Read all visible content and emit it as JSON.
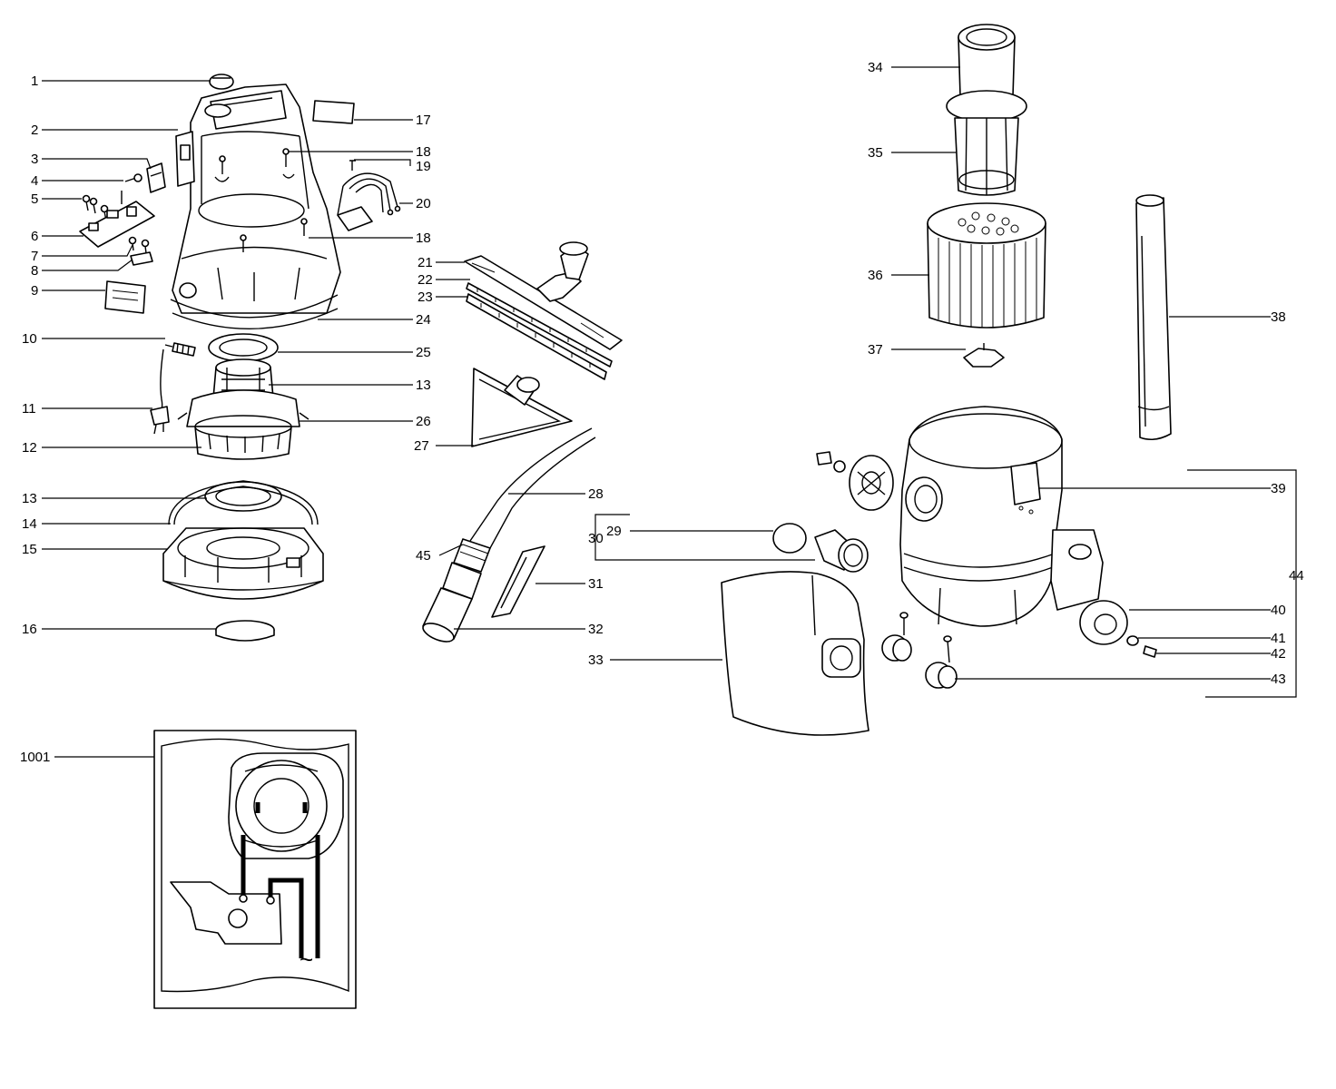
{
  "labels": [
    {
      "id": "1",
      "text": "1"
    },
    {
      "id": "2",
      "text": "2"
    },
    {
      "id": "3",
      "text": "3"
    },
    {
      "id": "4",
      "text": "4"
    },
    {
      "id": "5",
      "text": "5"
    },
    {
      "id": "6",
      "text": "6"
    },
    {
      "id": "7",
      "text": "7"
    },
    {
      "id": "8",
      "text": "8"
    },
    {
      "id": "9",
      "text": "9"
    },
    {
      "id": "10",
      "text": "10"
    },
    {
      "id": "11",
      "text": "11"
    },
    {
      "id": "12",
      "text": "12"
    },
    {
      "id": "13a",
      "text": "13"
    },
    {
      "id": "13b",
      "text": "13"
    },
    {
      "id": "14",
      "text": "14"
    },
    {
      "id": "15",
      "text": "15"
    },
    {
      "id": "16",
      "text": "16"
    },
    {
      "id": "17",
      "text": "17"
    },
    {
      "id": "18a",
      "text": "18"
    },
    {
      "id": "18b",
      "text": "18"
    },
    {
      "id": "19",
      "text": "19"
    },
    {
      "id": "20",
      "text": "20"
    },
    {
      "id": "21",
      "text": "21"
    },
    {
      "id": "22",
      "text": "22"
    },
    {
      "id": "23",
      "text": "23"
    },
    {
      "id": "24",
      "text": "24"
    },
    {
      "id": "25",
      "text": "25"
    },
    {
      "id": "26",
      "text": "26"
    },
    {
      "id": "27",
      "text": "27"
    },
    {
      "id": "28",
      "text": "28"
    },
    {
      "id": "29",
      "text": "29"
    },
    {
      "id": "30",
      "text": "30"
    },
    {
      "id": "31",
      "text": "31"
    },
    {
      "id": "32",
      "text": "32"
    },
    {
      "id": "33",
      "text": "33"
    },
    {
      "id": "34",
      "text": "34"
    },
    {
      "id": "35",
      "text": "35"
    },
    {
      "id": "36",
      "text": "36"
    },
    {
      "id": "37",
      "text": "37"
    },
    {
      "id": "38",
      "text": "38"
    },
    {
      "id": "39",
      "text": "39"
    },
    {
      "id": "40",
      "text": "40"
    },
    {
      "id": "41",
      "text": "41"
    },
    {
      "id": "42",
      "text": "42"
    },
    {
      "id": "43",
      "text": "43"
    },
    {
      "id": "44",
      "text": "44"
    },
    {
      "id": "45",
      "text": "45"
    },
    {
      "id": "1001",
      "text": "1001"
    }
  ],
  "inset": {
    "ac_symbol": "~"
  }
}
